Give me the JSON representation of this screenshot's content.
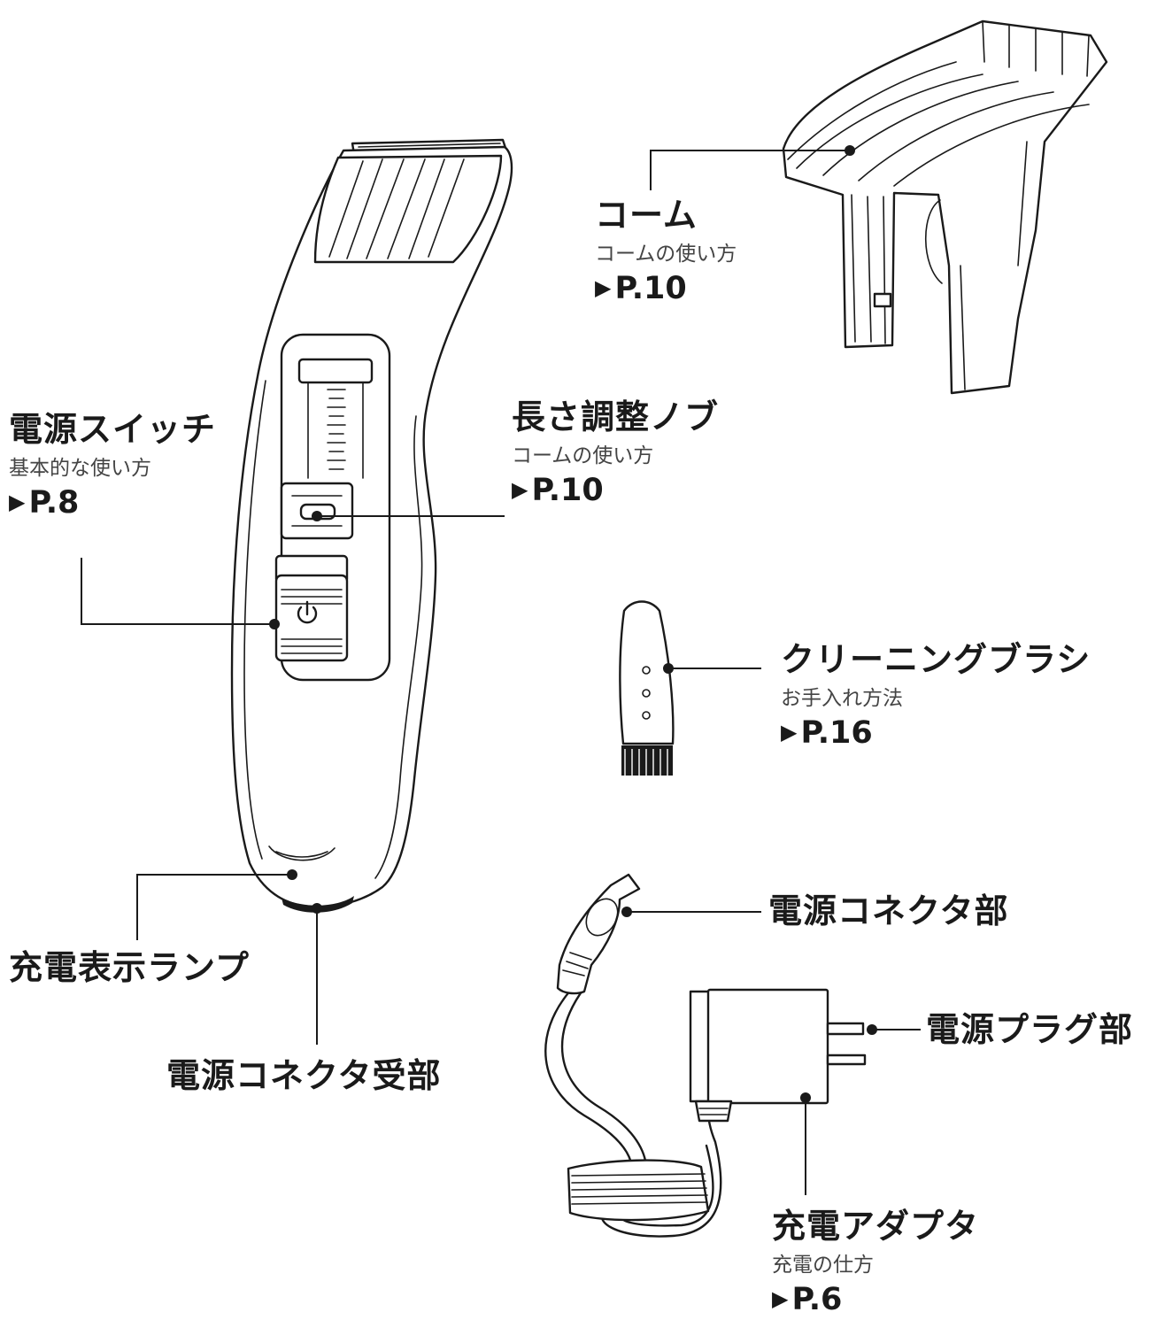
{
  "parts": {
    "comb": {
      "title": "コーム",
      "desc": "コームの使い方",
      "ref": "P.10"
    },
    "length_knob": {
      "title": "長さ調整ノブ",
      "desc": "コームの使い方",
      "ref": "P.10"
    },
    "power_switch": {
      "title": "電源スイッチ",
      "desc": "基本的な使い方",
      "ref": "P.8"
    },
    "cleaning_brush": {
      "title": "クリーニングブラシ",
      "desc": "お手入れ方法",
      "ref": "P.16"
    },
    "connector": {
      "title": "電源コネクタ部"
    },
    "plug": {
      "title": "電源プラグ部"
    },
    "charge_lamp": {
      "title": "充電表示ランプ"
    },
    "connector_socket": {
      "title": "電源コネクタ受部"
    },
    "adapter": {
      "title": "充電アダプタ",
      "desc": "充電の仕方",
      "ref": "P.6"
    }
  },
  "ref_marker": "▶",
  "icons": [
    "power-icon",
    "triangle-right-icon"
  ],
  "colors": {
    "ink": "#1a1a1a",
    "subtext": "#444444",
    "background": "#ffffff"
  }
}
